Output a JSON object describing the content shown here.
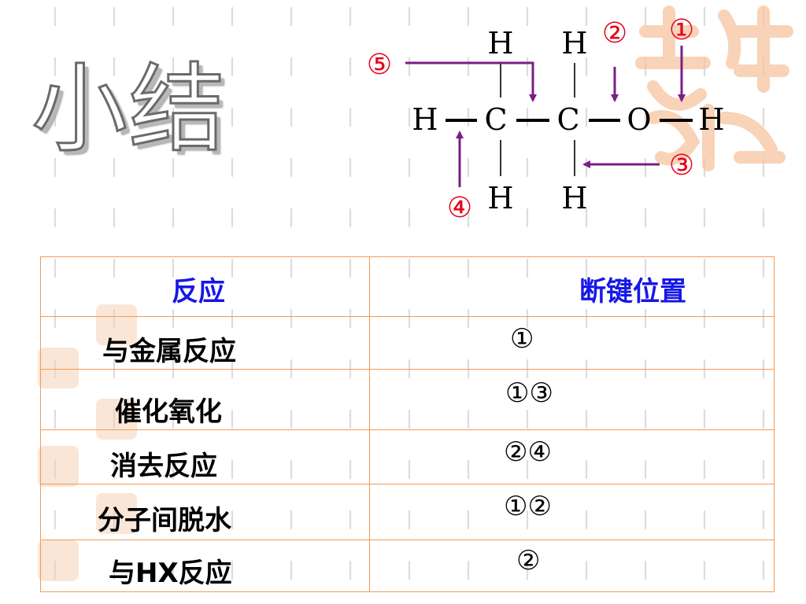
{
  "slide": {
    "title": "小结",
    "colors": {
      "header_text": "#1717e6",
      "table_border": "#f39a55",
      "arrow": "#7b1d86",
      "marker": "#e5001b"
    }
  },
  "molecule": {
    "atoms": {
      "h_top_left": "H",
      "h_top_right": "H",
      "h_left": "H",
      "c1": "C",
      "c2": "C",
      "o": "O",
      "h_right": "H",
      "h_bottom_left": "H",
      "h_bottom_right": "H"
    },
    "markers": {
      "m1": "①",
      "m2": "②",
      "m3": "③",
      "m4": "④",
      "m5": "⑤"
    }
  },
  "table": {
    "headers": [
      "反应",
      "断键位置"
    ],
    "rows": [
      {
        "reaction": "与金属反应",
        "bond": "①"
      },
      {
        "reaction": "催化氧化",
        "bond": "①③"
      },
      {
        "reaction": "消去反应",
        "bond": "②④"
      },
      {
        "reaction": "分子间脱水",
        "bond": "①②"
      },
      {
        "reaction": "与HX反应",
        "bond": "②"
      }
    ]
  }
}
